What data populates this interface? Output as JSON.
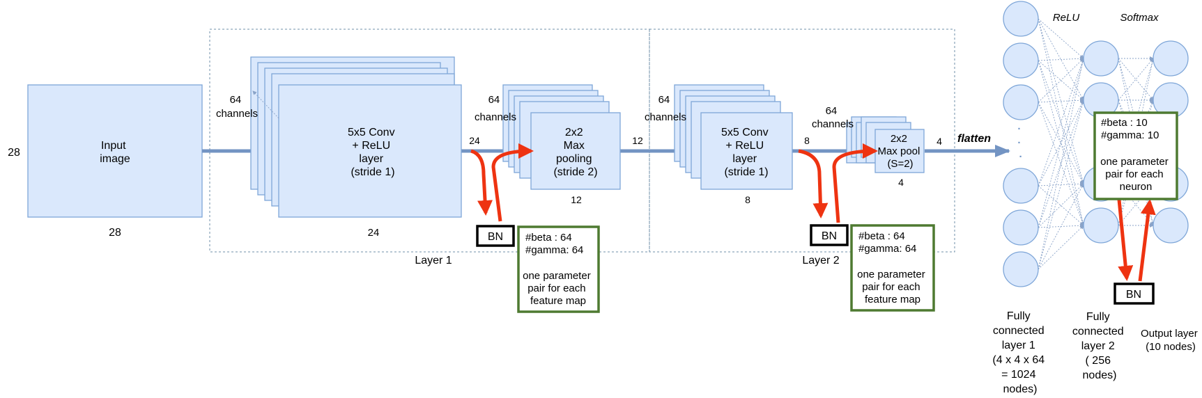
{
  "input": {
    "label_lines": [
      "Input",
      "image"
    ],
    "size_left": "28",
    "size_bottom": "28"
  },
  "layer1": {
    "label": "Layer 1",
    "conv": {
      "channels_lines": [
        "64",
        "channels"
      ],
      "label_lines": [
        "5x5 Conv",
        "+ ReLU",
        "layer",
        "(stride 1)"
      ],
      "size_bottom": "24",
      "out_size": "24"
    },
    "pool": {
      "channels_lines": [
        "64",
        "channels"
      ],
      "label_lines": [
        "2x2",
        "Max",
        "pooling",
        "(stride 2)"
      ],
      "size_bottom": "12",
      "out_size": "12"
    },
    "bn": "BN",
    "note_lines": [
      "#beta :     64",
      "#gamma:  64",
      "",
      "one parameter",
      "pair for each",
      "feature map"
    ]
  },
  "layer2": {
    "label": "Layer 2",
    "conv": {
      "channels_lines": [
        "64",
        "channels"
      ],
      "label_lines": [
        "5x5 Conv",
        "+ ReLU",
        "layer",
        "(stride 1)"
      ],
      "size_bottom": "8",
      "out_size": "8"
    },
    "pool": {
      "channels_lines": [
        "64",
        "channels"
      ],
      "label_lines": [
        "2x2",
        "Max pool",
        "(S=2)"
      ],
      "size_bottom": "4",
      "out_size": "4"
    },
    "bn": "BN",
    "note_lines": [
      "#beta :     64",
      "#gamma:  64",
      "",
      "one parameter",
      "pair for each",
      "feature map"
    ]
  },
  "flatten": "flatten",
  "fc": {
    "relu": "ReLU",
    "softmax": "Softmax",
    "dots": "·\n·\n·",
    "bn": "BN",
    "note_lines": [
      "#beta :      10",
      "#gamma:  10",
      "",
      "one parameter",
      "pair for each",
      "neuron"
    ],
    "fc1_lines": [
      "Fully",
      "connected",
      "layer 1",
      "(4 x 4 x 64",
      "= 1024",
      "nodes)"
    ],
    "fc2_lines": [
      "Fully",
      "connected",
      "layer 2",
      "( 256",
      "nodes)"
    ],
    "out_lines": [
      "Output layer",
      "(10 nodes)"
    ]
  },
  "colors": {
    "box_fill": "#dae8fc",
    "box_stroke": "#7ea6d8",
    "flow_arrow": "#7394c3",
    "bn_arrow": "#ee3311",
    "note_border": "#4e7a31"
  }
}
